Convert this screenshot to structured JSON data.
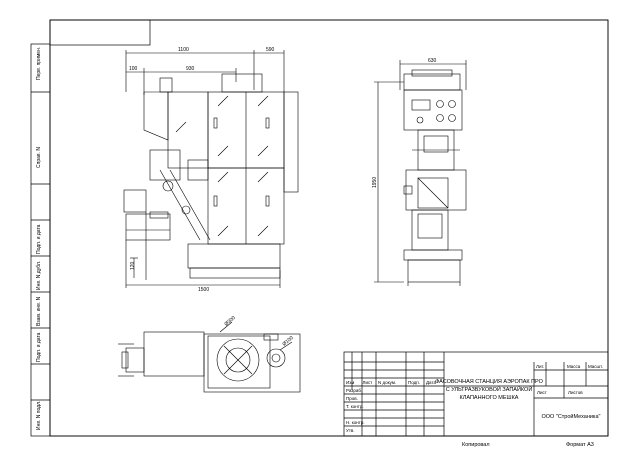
{
  "side_stamp": {
    "fields": [
      "Перв. примен.",
      "Справ. N",
      "Подп. и дата",
      "Инв. N дубл.",
      "Взам. инв. N",
      "Подп. и дата",
      "Инв. N подл."
    ]
  },
  "front_view": {
    "dims": [
      "1100",
      "590",
      "100",
      "930",
      "1500",
      "120"
    ]
  },
  "side_view": {
    "dims": [
      "630",
      "1950"
    ]
  },
  "plan_view": {
    "dims": [
      "Ø300",
      "Ø100"
    ]
  },
  "title_block": {
    "headers": [
      "Изм",
      "Лист",
      "N докум.",
      "Подп.",
      "Дата"
    ],
    "roles": [
      "Разраб.",
      "Пров.",
      "Т. контр.",
      "Н. контр.",
      "Утв."
    ],
    "title_lines": [
      "ФАСОВОЧНАЯ СТАНЦИЯ АЭРОПАК ПРО",
      "С УЛЬТРАЗВУКОВОЙ ЗАПАЙКОЙ",
      "КЛАПАННОГО МЕШКА"
    ],
    "lit_label": "Лит.",
    "mass_label": "Масса",
    "scale_label": "Масшт.",
    "sheet_label": "Лист",
    "sheets_label": "Листов",
    "company": "ООО \"СтройМеханика\""
  },
  "footer": {
    "copied": "Копировал",
    "format": "Формат А3"
  }
}
